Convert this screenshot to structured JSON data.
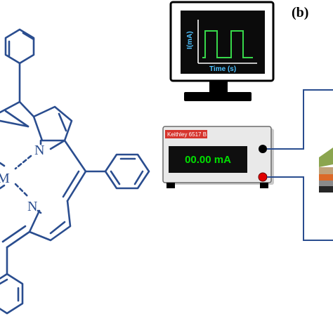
{
  "panel_label": "(b)",
  "molecule": {
    "nitrogen_top": "N",
    "nitrogen_bottom": "N",
    "metal": "M"
  },
  "monitor": {
    "y_axis_label": "I(mA)",
    "x_axis_label": "Time (s)",
    "signal_color": "#37d84a",
    "screen_color": "#0b0b0b"
  },
  "meter": {
    "brand_label": "Keithley 6517 B",
    "reading": "00.00 mA",
    "brand_color": "#d6342c",
    "display_color": "#00e000",
    "terminal_top_color": "#000000",
    "terminal_bottom_color": "#e00000"
  },
  "sample": {
    "layer_colors": [
      "#8ba54f",
      "#c0a27a",
      "#dc6a28",
      "#8a8a8a",
      "#262626"
    ]
  },
  "colors": {
    "molecule_bond": "#2a4d8f",
    "wire": "#2a4d8f"
  }
}
